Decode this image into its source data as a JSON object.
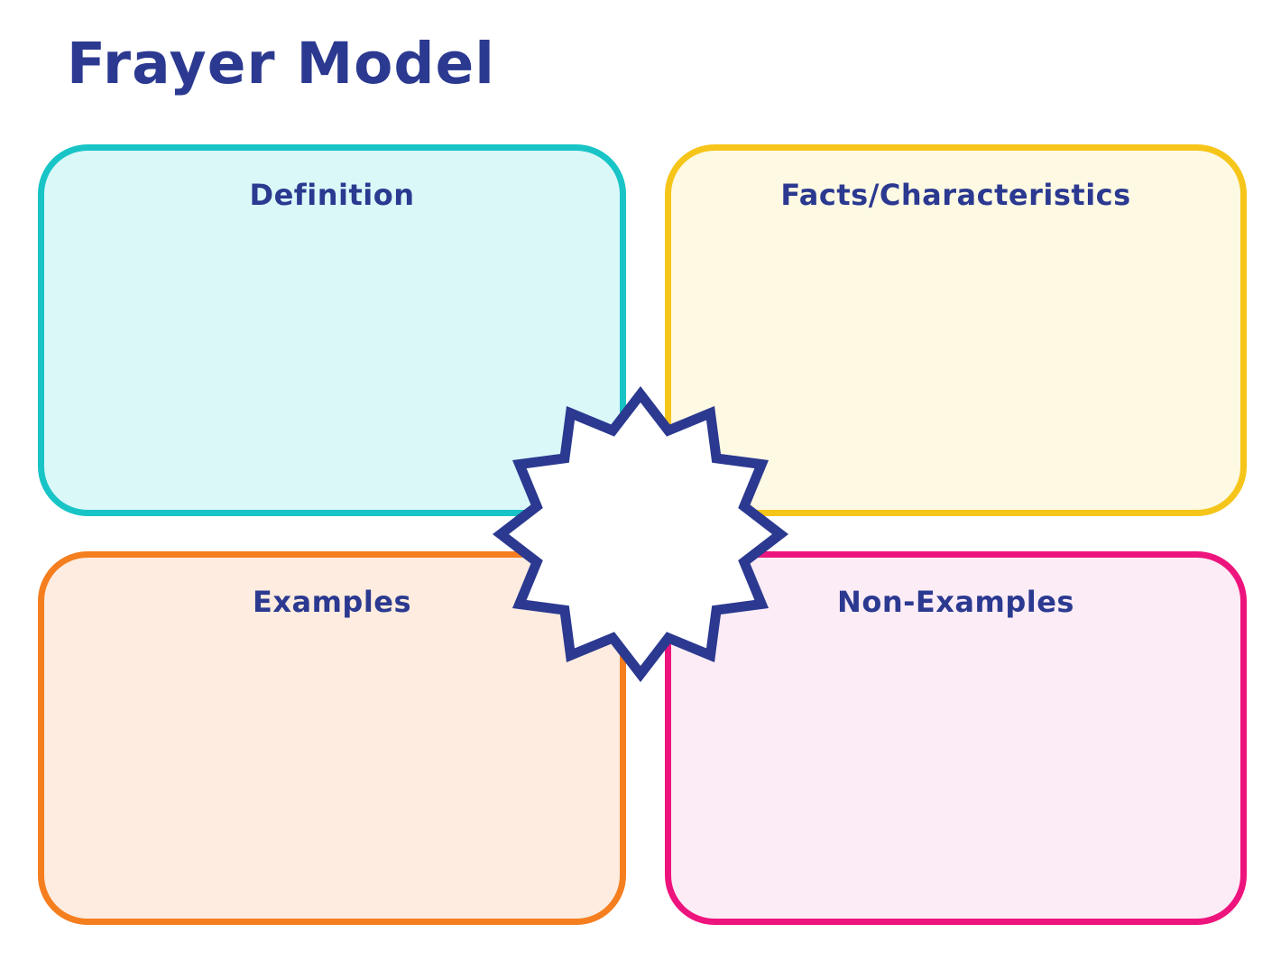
{
  "title": "Frayer Model",
  "colors": {
    "navy": "#2b3990",
    "background": "#ffffff"
  },
  "quadrants": [
    {
      "id": "definition",
      "label": "Definition",
      "border_color": "#18c4c6",
      "fill_color": "#dbf8f9"
    },
    {
      "id": "facts",
      "label": "Facts/Characteristics",
      "border_color": "#f6c51a",
      "fill_color": "#fdf9e3"
    },
    {
      "id": "examples",
      "label": "Examples",
      "border_color": "#f57e1f",
      "fill_color": "#fdecdf"
    },
    {
      "id": "non_examples",
      "label": "Non-Examples",
      "border_color": "#ee147d",
      "fill_color": "#fcecf6"
    }
  ],
  "center_badge": {
    "shape": "12-point-starburst",
    "fill_color": "#ffffff",
    "border_color": "#2b3990",
    "text": ""
  }
}
